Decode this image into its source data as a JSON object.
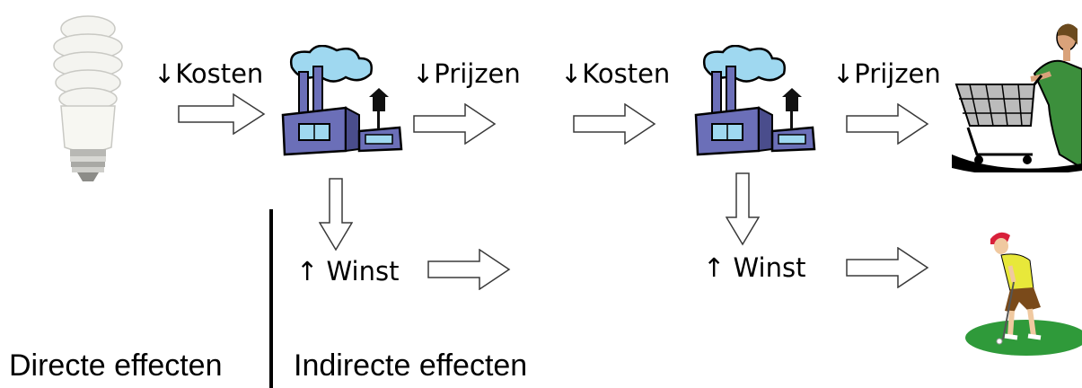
{
  "labels": {
    "cost_down_1": "↓Kosten",
    "price_down_1": "↓Prijzen",
    "cost_down_2": "↓Kosten",
    "price_down_2": "↓Prijzen",
    "profit_up_1": "↑ Winst",
    "profit_up_2": "↑ Winst"
  },
  "sections": {
    "direct": "Directe effecten",
    "indirect": "Indirecte effecten"
  },
  "icons": {
    "source": "cfl-lightbulb-icon",
    "firm": "factory-icon",
    "consumer": "shopping-woman-icon",
    "leisure": "golfer-icon"
  },
  "colors": {
    "factory_body": "#6b6fb8",
    "factory_smoke": "#9fd8f0",
    "arrow_stroke": "#3a3a3a",
    "grass": "#2f9a3a"
  }
}
